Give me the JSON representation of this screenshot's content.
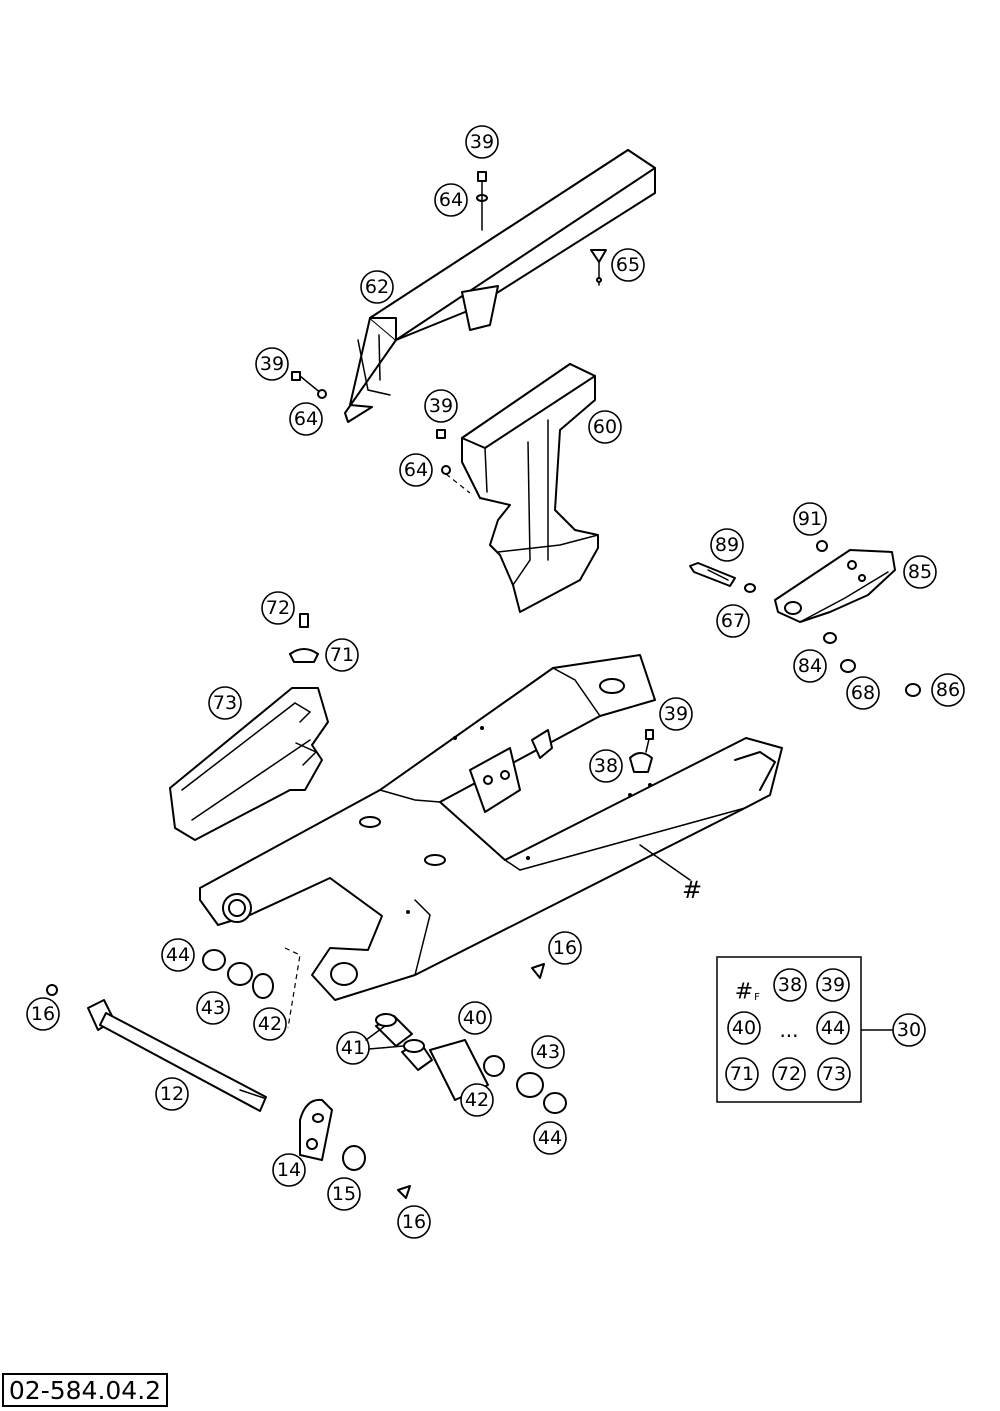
{
  "drawing_number": "02-584.04.2",
  "swingarm_marker": "#",
  "callouts": {
    "c39a": "39",
    "c64a": "64",
    "c65": "65",
    "c62": "62",
    "c39b": "39",
    "c64b": "64",
    "c39c": "39",
    "c60": "60",
    "c64c": "64",
    "c91": "91",
    "c89": "89",
    "c85": "85",
    "c67": "67",
    "c84": "84",
    "c68": "68",
    "c86": "86",
    "c72": "72",
    "c71": "71",
    "c73": "73",
    "c39d": "39",
    "c38": "38",
    "c44a": "44",
    "c43a": "43",
    "c42a": "42",
    "c16a": "16",
    "c16b": "16",
    "c41": "41",
    "c40": "40",
    "c43b": "43",
    "c42b": "42",
    "c44b": "44",
    "c12": "12",
    "c14": "14",
    "c15": "15",
    "c16c": "16",
    "c30": "30"
  },
  "kit_box": {
    "marker": "#",
    "marker_suffix": "F",
    "row1": [
      "38",
      "39"
    ],
    "row2_start": "40",
    "row2_ellipsis": "...",
    "row2_end": "44",
    "row3": [
      "71",
      "72",
      "73"
    ]
  }
}
